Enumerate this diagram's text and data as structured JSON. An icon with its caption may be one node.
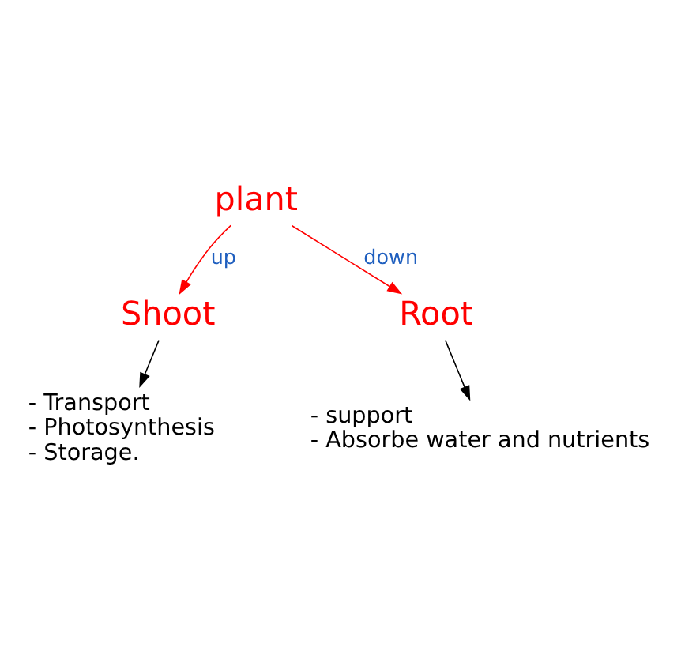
{
  "diagram": {
    "nodes": [
      {
        "text": [
          "plant"
        ]
      },
      {
        "text": [
          "Shoot"
        ]
      },
      {
        "text": [
          "Root"
        ]
      },
      {
        "text": [
          "- Transport",
          "- Photosynthesis",
          "- Storage."
        ]
      },
      {
        "text": [
          "- support",
          "- Absorbe water and nutrients"
        ]
      }
    ],
    "edges": [
      {
        "from": 0,
        "to": 1,
        "arrow": "to",
        "label": "up",
        "color": "#ff0000"
      },
      {
        "from": 0,
        "to": 2,
        "arrow": "to",
        "label": "down",
        "color": "#ff0000"
      },
      {
        "from": 1,
        "to": 3,
        "arrow": "to",
        "color": "#000000"
      },
      {
        "from": 2,
        "to": 4,
        "arrow": "to",
        "color": "#000000"
      }
    ]
  }
}
